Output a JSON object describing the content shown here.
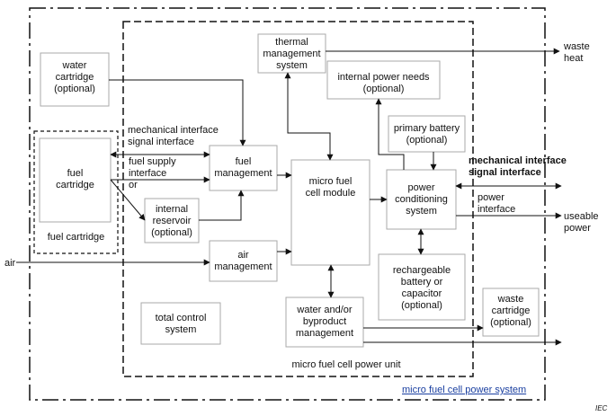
{
  "system_label": "micro fuel cell power system",
  "unit_label": "micro fuel cell power unit",
  "iec_mark": "IEC",
  "outputs": {
    "waste_heat": "waste\nheat",
    "useable_power": "useable\npower"
  },
  "air_input": "air",
  "boxes": {
    "water_cartridge": "water\ncartridge\n(optional)",
    "fuel_cartridge_inner": "fuel\ncartridge",
    "fuel_cartridge_outer": "fuel cartridge",
    "fuel_management": "fuel\nmanagement",
    "internal_reservoir": "internal\nreservoir\n(optional)",
    "air_management": "air\nmanagement",
    "total_control_system": "total control\nsystem",
    "thermal_management": "thermal\nmanagement\nsystem",
    "internal_power_needs": "internal power needs\n(optional)",
    "primary_battery": "primary battery\n(optional)",
    "micro_fuel_cell_module": "micro fuel\ncell module",
    "power_conditioning": "power\nconditioning\nsystem",
    "rechargeable_battery": "rechargeable\nbattery or\ncapacitor\n(optional)",
    "water_byproduct_management": "water and/or\nbyproduct\nmanagement",
    "waste_cartridge": "waste\ncartridge\n(optional)"
  },
  "interface_labels": {
    "mech_signal_left": "mechanical interface\nsignal interface",
    "fuel_supply": "fuel supply\ninterface\nor",
    "mech_signal_right": "mechanical interface\nsignal interface",
    "power_interface": "power\ninterface"
  }
}
